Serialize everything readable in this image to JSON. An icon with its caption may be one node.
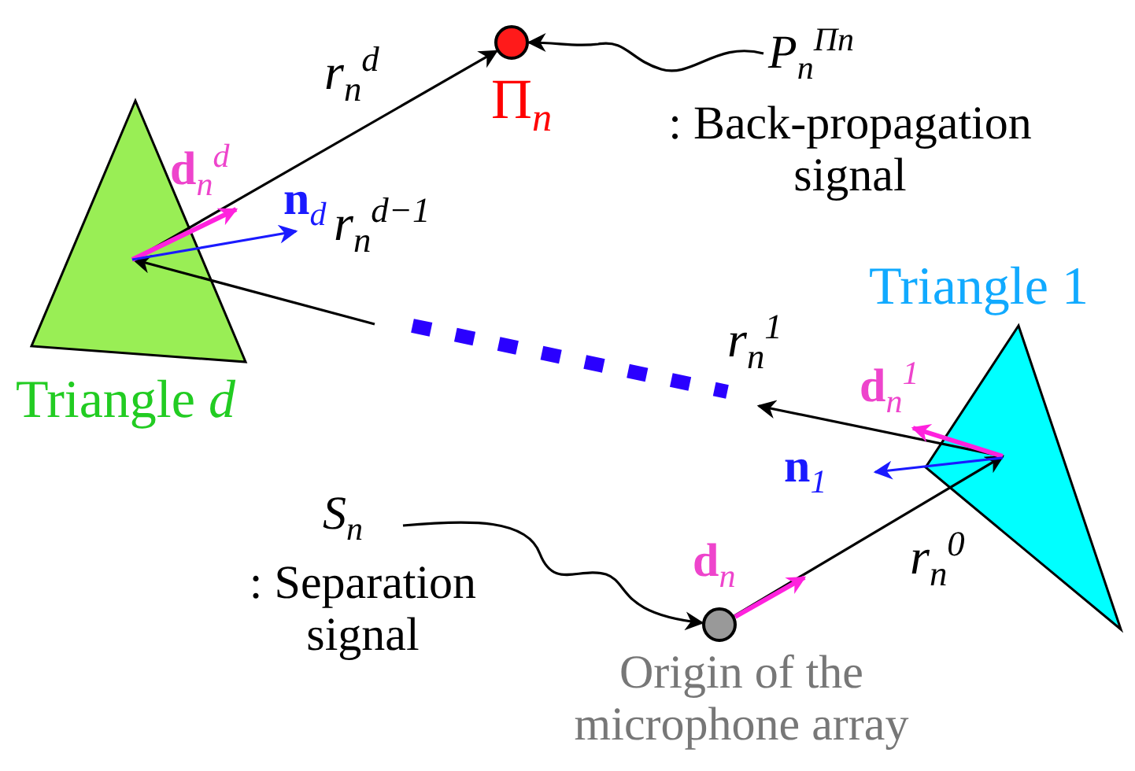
{
  "diagram": {
    "nodes": [
      {
        "text": [
          "Π$_{n}$"
        ]
      },
      {
        "text": [
          "*P*$_{n}$$^{Πn}$",
          ": Back-propagation signal"
        ]
      },
      {
        "text": [
          "Triangle *d*"
        ]
      },
      {
        "text": [
          "Triangle 1"
        ]
      },
      {
        "text": [
          "*S*$_{n}$",
          ": Separation signal"
        ]
      },
      {
        "text": [
          "Origin of the microphone array"
        ]
      }
    ],
    "edges": [
      {
        "from": 2,
        "to": 0,
        "arrow": "to",
        "label": "*r*$_{n}$$^{d}$"
      },
      {
        "from": 1,
        "to": 0,
        "arrow": "to"
      },
      {
        "from": null,
        "to": 2,
        "arrow": "to",
        "label": "*r*$_{n}$$^{d−1}$"
      },
      {
        "from": 3,
        "to": null,
        "arrow": "to",
        "label": "*r*$_{n}$$^{1}$"
      },
      {
        "from": 4,
        "to": 5,
        "arrow": "to"
      },
      {
        "from": 5,
        "to": 3,
        "arrow": "to",
        "label": "*r*$_{n}$$^{0}$"
      }
    ],
    "labels": [
      "**d**$_{n}$$^{d}$",
      "**n**$_{d}$",
      "**d**$_{n}$$^{1}$",
      "**n**$_{1}$",
      "**d**$_{n}$"
    ]
  }
}
